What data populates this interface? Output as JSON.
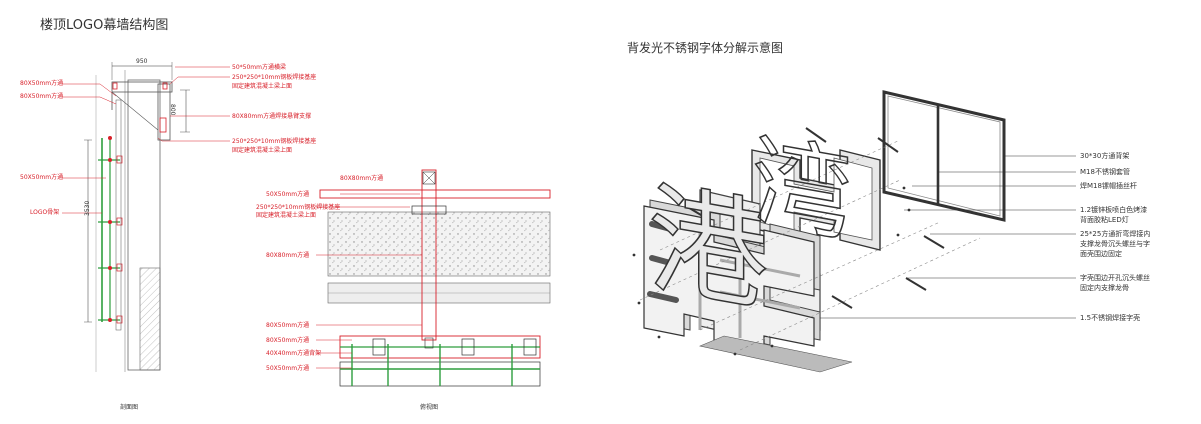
{
  "titles": {
    "section": "楼顶LOGO幕墙结构图",
    "exploded": "背发光不锈钢字体分解示意图"
  },
  "section_view": {
    "caption": "剖面图",
    "dim_width": "950",
    "dim_height_small": "800",
    "dim_height_total": "3530",
    "labels_left": [
      "80X50mm方通",
      "80X50mm方通",
      "50X50mm方通",
      "LOGO骨架"
    ],
    "labels_right": [
      "50*50mm方通横梁",
      "250*250*10mm钢板焊接基座",
      "固定建筑混凝土梁上面",
      "80X80mm方通焊接悬臂支撑",
      "250*250*10mm钢板焊接基座",
      "固定建筑混凝土梁上面"
    ]
  },
  "top_view": {
    "caption": "俯视图",
    "labels": [
      "80X80mm方通",
      "50X50mm方通",
      "250*250*10mm钢板焊接基座",
      "固定建筑混凝土梁上面",
      "80X80mm方通",
      "80X50mm方通",
      "80X50mm方通",
      "40X40mm方通背架",
      "50X50mm方通"
    ]
  },
  "exploded_view": {
    "labels": [
      "30*30方通背架",
      "M18不锈钢套管",
      "焊M18镙帽插丝杆",
      "1.2镀锌板喷白色烤漆",
      "背面胶粘LED灯",
      "25*25方通折弯焊接内",
      "支撑龙骨沉头螺丝与字",
      "面壳围边固定",
      "字壳围边开孔沉头螺丝",
      "固定内支撑龙骨",
      "1.5不锈钢焊接字壳"
    ],
    "glyphs": [
      "港",
      "湾"
    ]
  },
  "colors": {
    "annotation_red": "#d8202a",
    "frame_green": "#2e9e3e",
    "line_dark": "#333333"
  }
}
